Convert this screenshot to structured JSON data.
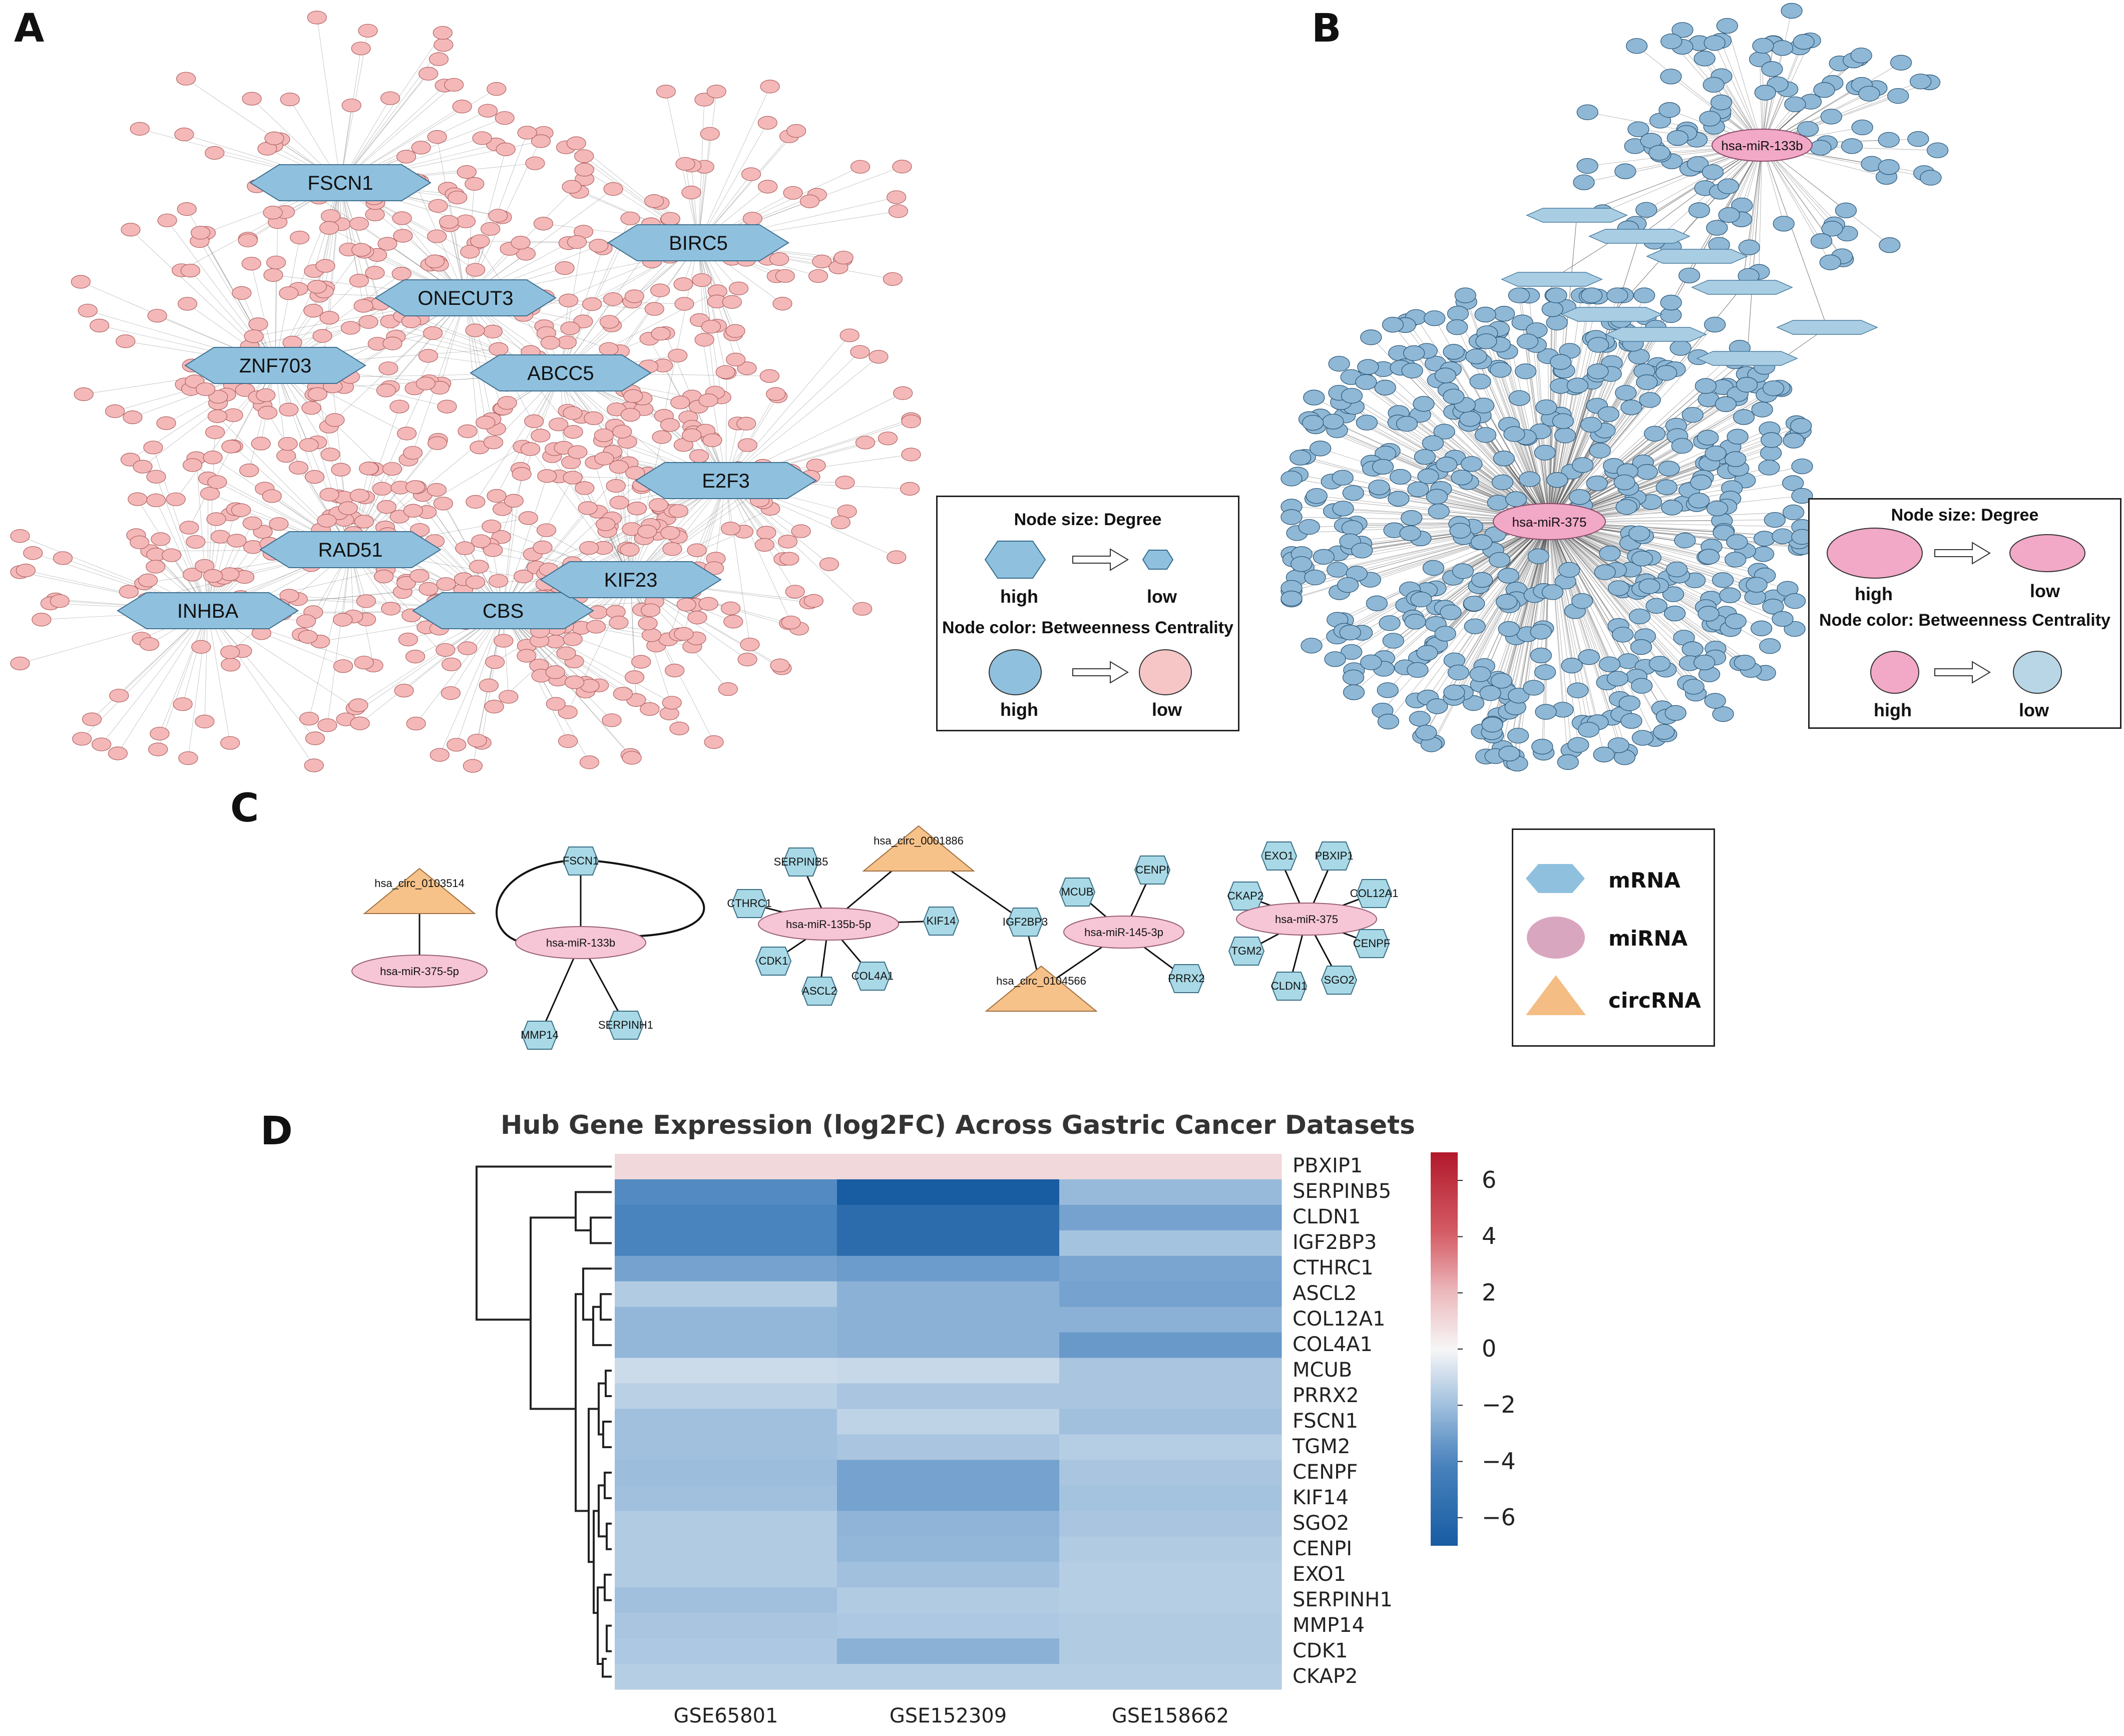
{
  "panels": {
    "a": "A",
    "b": "B",
    "c": "C",
    "d": "D"
  },
  "panel_a": {
    "hubs": [
      "FSCN1",
      "BIRC5",
      "ONECUT3",
      "ZNF703",
      "ABCC5",
      "E2F3",
      "RAD51",
      "INHBA",
      "CBS",
      "KIF23"
    ],
    "hub_color": "#8fc1df",
    "mirna_color": "#f4b8b8"
  },
  "legend_a": {
    "size_title": "Node size: Degree",
    "color_title": "Node color: Betweenness Centrality",
    "high": "high",
    "low": "low",
    "high2": "high",
    "low2": "low"
  },
  "panel_b": {
    "hubs": [
      "hsa-miR-133b",
      "hsa-miR-375"
    ],
    "hub_color": "#f2a8c7",
    "mrna_color": "#8fb8d6"
  },
  "legend_b": {
    "size_title": "Node size: Degree",
    "color_title": "Node color: Betweenness Centrality",
    "high": "high",
    "low": "low",
    "high2": "high",
    "low2": "low"
  },
  "panel_c": {
    "mrna_color": "#a9d9e6",
    "mirna_color": "#f6c6d6",
    "circ_color": "#f6c28a",
    "labels": {
      "circ1": "hsa_circ_0103514",
      "mir375_5p": "hsa-miR-375-5p",
      "fscn1": "FSCN1",
      "mir133b": "hsa-miR-133b",
      "mmp14": "MMP14",
      "serpinh1": "SERPINH1",
      "serpinb5": "SERPINB5",
      "circ2": "hsa_circ_0001886",
      "cthrc1": "CTHRC1",
      "mir135b": "hsa-miR-135b-5p",
      "kif14": "KIF14",
      "cdk1": "CDK1",
      "ascl2": "ASCL2",
      "col4a1": "COL4A1",
      "igf2bp3": "IGF2BP3",
      "circ3": "hsa_circ_0104566",
      "mcub": "MCUB",
      "cenpi": "CENPI",
      "mir145": "hsa-miR-145-3p",
      "prrx2": "PRRX2",
      "exo1": "EXO1",
      "pbxip1": "PBXIP1",
      "col12a1": "COL12A1",
      "ckap2": "CKAP2",
      "mir375": "hsa-miR-375",
      "cenpf": "CENPF",
      "tgm2": "TGM2",
      "cldn1": "CLDN1",
      "sgo2": "SGO2"
    }
  },
  "legend_c": {
    "mrna": "mRNA",
    "mirna": "miRNA",
    "circrna": "circRNA"
  },
  "chart_data": {
    "type": "heatmap",
    "title": "Hub Gene Expression (log2FC) Across Gastric Cancer Datasets",
    "columns": [
      "GSE65801",
      "GSE152309",
      "GSE158662"
    ],
    "rows": [
      "PBXIP1",
      "SERPINB5",
      "CLDN1",
      "IGF2BP3",
      "CTHRC1",
      "ASCL2",
      "COL12A1",
      "COL4A1",
      "MCUB",
      "PRRX2",
      "FSCN1",
      "TGM2",
      "CENPF",
      "KIF14",
      "SGO2",
      "CENPI",
      "EXO1",
      "SERPINH1",
      "MMP14",
      "CDK1",
      "CKAP2"
    ],
    "values": [
      [
        1.0,
        1.0,
        1.0
      ],
      [
        -3.8,
        -7.0,
        -2.2
      ],
      [
        -4.0,
        -5.8,
        -3.0
      ],
      [
        -4.0,
        -5.8,
        -1.9
      ],
      [
        -3.0,
        -3.2,
        -2.9
      ],
      [
        -1.6,
        -2.5,
        -3.0
      ],
      [
        -2.3,
        -2.5,
        -2.5
      ],
      [
        -2.3,
        -2.5,
        -3.3
      ],
      [
        -1.0,
        -1.1,
        -1.8
      ],
      [
        -1.4,
        -1.8,
        -1.8
      ],
      [
        -2.0,
        -1.3,
        -2.0
      ],
      [
        -2.0,
        -1.8,
        -1.5
      ],
      [
        -2.1,
        -3.0,
        -1.8
      ],
      [
        -2.0,
        -3.0,
        -1.9
      ],
      [
        -1.6,
        -2.4,
        -1.8
      ],
      [
        -1.6,
        -2.3,
        -1.6
      ],
      [
        -1.6,
        -2.0,
        -1.5
      ],
      [
        -2.0,
        -1.6,
        -1.5
      ],
      [
        -1.8,
        -1.7,
        -1.6
      ],
      [
        -1.7,
        -2.5,
        -1.6
      ],
      [
        -1.5,
        -1.5,
        -1.5
      ]
    ],
    "colorbar_ticks": [
      6,
      4,
      2,
      0,
      -2,
      -4,
      -6
    ],
    "colorbar_labels": [
      "6",
      "4",
      "2",
      "0",
      "−2",
      "−4",
      "−6"
    ],
    "vmin": -7,
    "vmax": 7,
    "colormap": "RdBu_r",
    "dendrogram": "rows"
  }
}
